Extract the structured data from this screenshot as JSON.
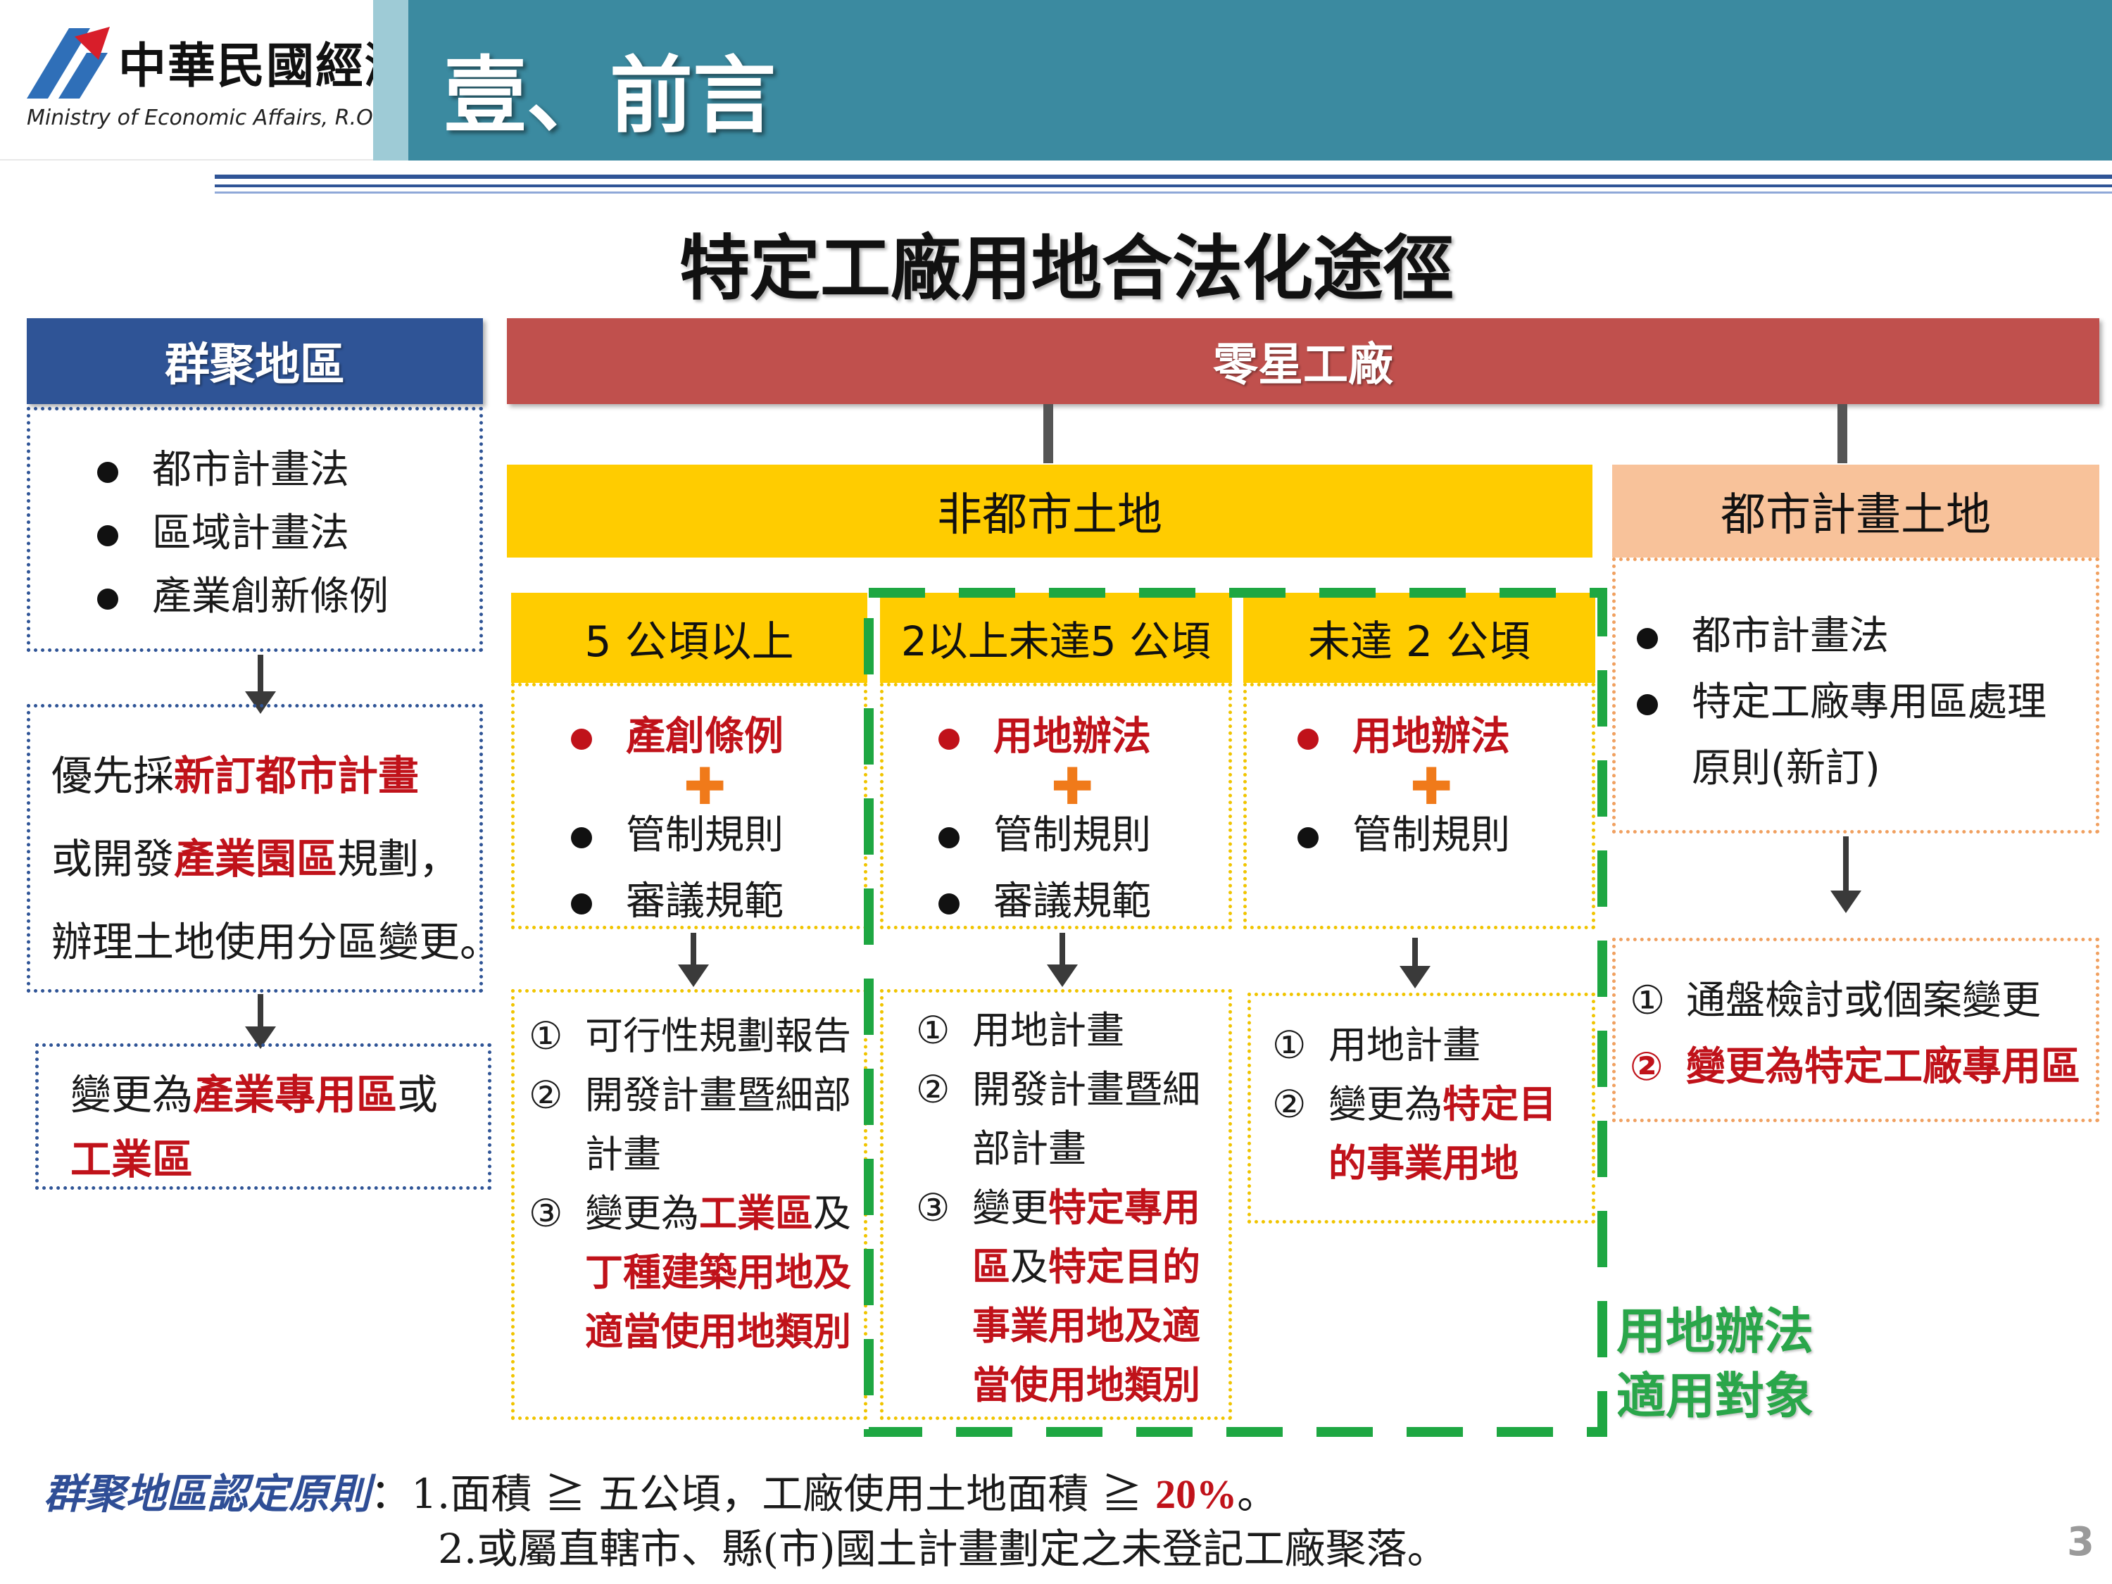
{
  "header": {
    "org_cn": "中華民國經濟部",
    "org_en": "Ministry of Economic Affairs, R.O.C.",
    "section_title": "壹、前言"
  },
  "colors": {
    "header_bar": "#3b8aa0",
    "cluster_blue": "#2f5496",
    "scattered_red": "#c0504d",
    "yellow": "#ffcc00",
    "peach": "#f8c29a",
    "green_dash": "#1ea742",
    "red_text": "#c0121a"
  },
  "main_title": "特定工廠用地合法化途徑",
  "cluster": {
    "header": "群聚地區",
    "laws": [
      "都市計畫法",
      "區域計畫法",
      "產業創新條例"
    ],
    "box2": {
      "l1a": "優先採",
      "l1b": "新訂都市計畫",
      "l2a": "或開發",
      "l2b": "產業園區",
      "l2c": "規劃，",
      "l3": "辦理土地使用分區變更。"
    },
    "box3": {
      "l1a": "變更為",
      "l1b": "產業專用區",
      "l1c": "或",
      "l2": "工業區"
    }
  },
  "scattered": {
    "header": "零星工廠",
    "nonurban": "非都市土地",
    "urban": "都市計畫土地",
    "col1": {
      "header": "5 公頃以上",
      "red_rule": "產創條例",
      "rules": [
        "管制規則",
        "審議規範"
      ],
      "steps": {
        "n1": "①",
        "s1": "可行性規劃報告",
        "n2": "②",
        "s2a": "開發計畫暨細部",
        "s2b": "計畫",
        "n3": "③",
        "s3a": "變更為",
        "s3b": "工業區",
        "s3c": "及",
        "s3d": "丁種建築用地及",
        "s3e": "適當使用地類別"
      }
    },
    "col2": {
      "header": "2以上未達5 公頃",
      "red_rule": "用地辦法",
      "rules": [
        "管制規則",
        "審議規範"
      ],
      "steps": {
        "n1": "①",
        "s1": "用地計畫",
        "n2": "②",
        "s2a": "開發計畫暨細",
        "s2b": "部計畫",
        "n3": "③",
        "s3a": "變更",
        "s3b": "特定專用",
        "s3c": "區",
        "s3d": "及",
        "s3e": "特定目的",
        "s3f": "事業用地及適",
        "s3g": "當使用地類別"
      }
    },
    "col3": {
      "header": "未達 2 公頃",
      "red_rule": "用地辦法",
      "rules": [
        "管制規則"
      ],
      "steps": {
        "n1": "①",
        "s1": "用地計畫",
        "n2": "②",
        "s2a": "變更為",
        "s2b": "特定目",
        "s2c": "的事業用地"
      }
    },
    "urban_col": {
      "laws": [
        "都市計畫法",
        "特定工廠專用區處理"
      ],
      "law2_cont": "原則(新訂)",
      "steps": {
        "n1": "①",
        "s1": "通盤檢討或個案變更",
        "n2": "②",
        "s2": "變更為特定工廠專用區"
      }
    },
    "green_label": [
      "用地辦法",
      "適用對象"
    ]
  },
  "footer": {
    "label": "群聚地區認定原則",
    "colon": "：",
    "l1a": "1.面積 ≧ 五公頃，工廠使用土地面積 ≧ ",
    "l1b": "20%",
    "l1c": "。",
    "l2": "2.或屬直轄市、縣(市)國土計畫劃定之未登記工廠聚落。"
  },
  "page_number": "3"
}
